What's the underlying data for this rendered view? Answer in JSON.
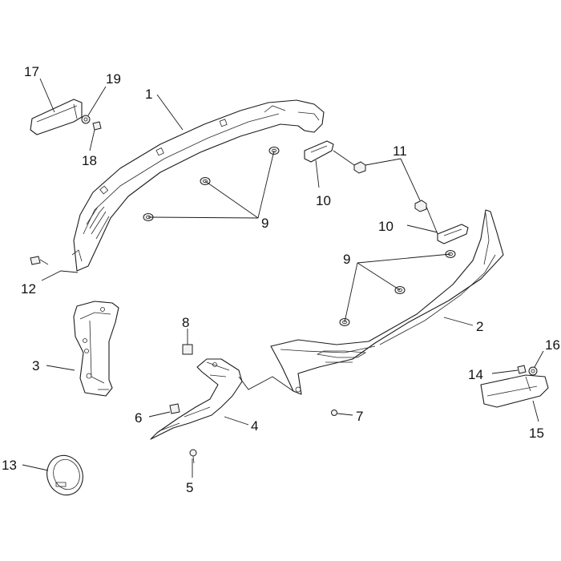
{
  "callouts": {
    "c1": "1",
    "c2": "2",
    "c3": "3",
    "c4": "4",
    "c5": "5",
    "c6": "6",
    "c7": "7",
    "c8": "8",
    "c9a": "9",
    "c9b": "9",
    "c10a": "10",
    "c10b": "10",
    "c11": "11",
    "c12": "12",
    "c13": "13",
    "c14": "14",
    "c15": "15",
    "c16": "16",
    "c17": "17",
    "c18": "18",
    "c19": "19"
  }
}
